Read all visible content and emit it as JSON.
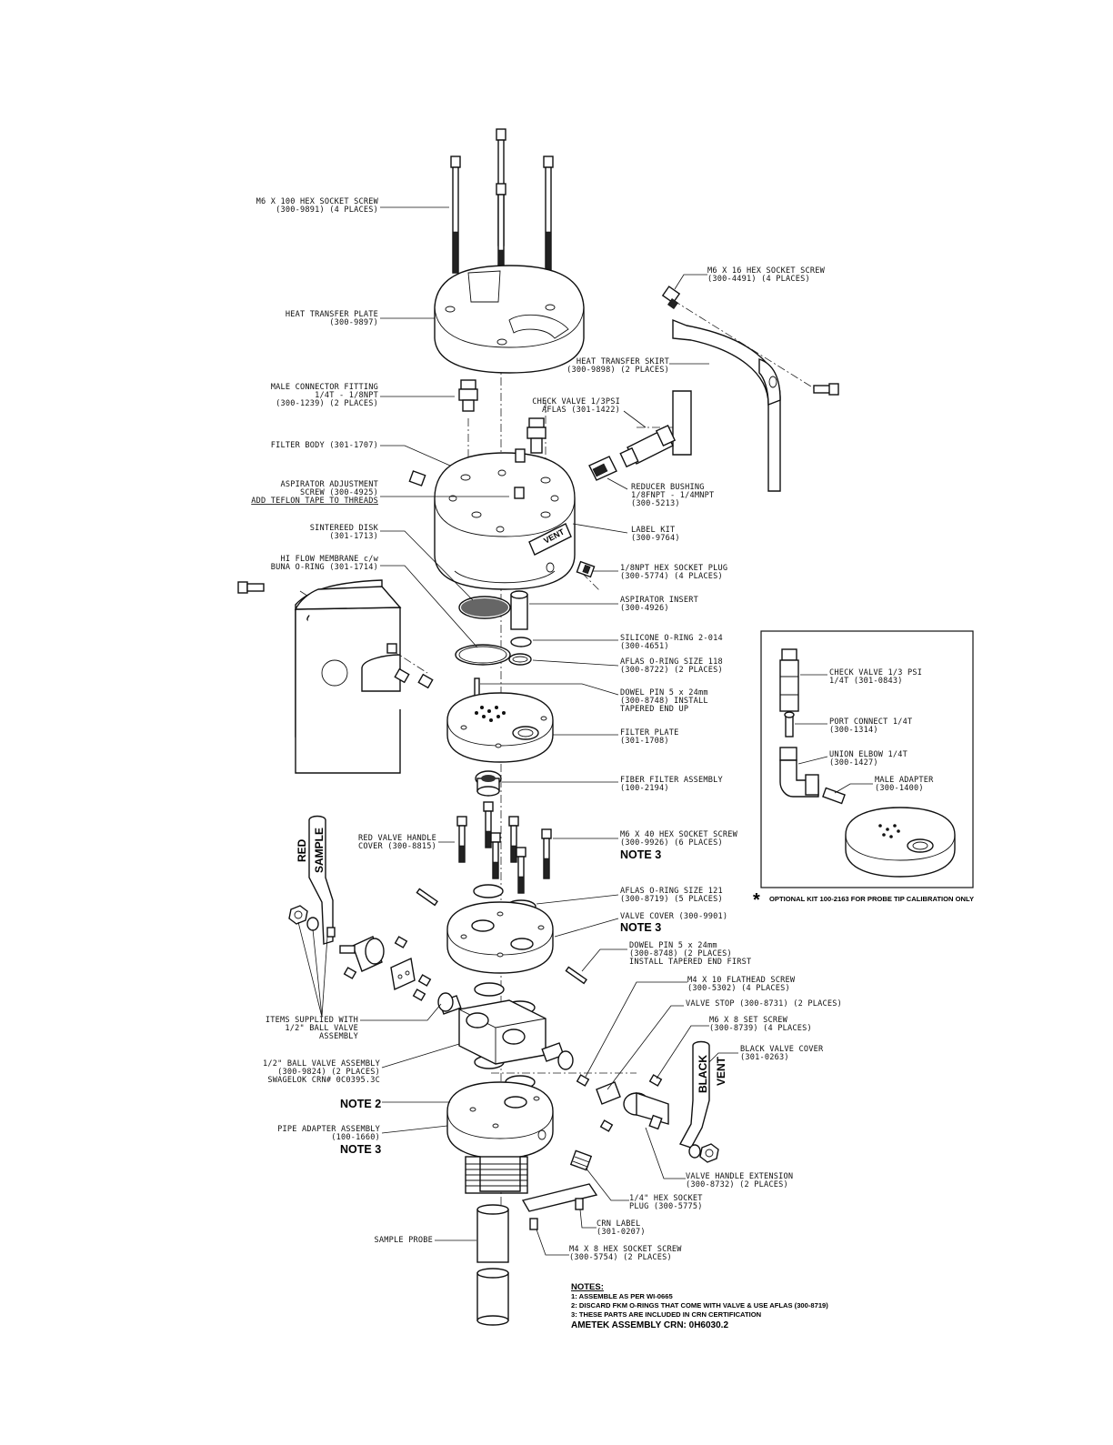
{
  "callouts": [
    {
      "id": "m6x100",
      "lines": [
        "M6 X 100 HEX SOCKET SCREW",
        "(300-9891) (4 PLACES)"
      ]
    },
    {
      "id": "heat_plate",
      "lines": [
        "HEAT TRANSFER PLATE",
        "(300-9897)"
      ]
    },
    {
      "id": "male_conn",
      "lines": [
        "MALE CONNECTOR FITTING",
        "1/4T - 1/8NPT",
        "(300-1239) (2 PLACES)"
      ]
    },
    {
      "id": "filter_body",
      "lines": [
        "FILTER BODY (301-1707)"
      ]
    },
    {
      "id": "aspirator_screw",
      "lines": [
        "ASPIRATOR ADJUSTMENT",
        "SCREW (300-4925)",
        "ADD TEFLON TAPE TO THREADS"
      ]
    },
    {
      "id": "sintered",
      "lines": [
        "SINTEREED DISK",
        "(301-1713)"
      ]
    },
    {
      "id": "membrane",
      "lines": [
        "HI FLOW MEMBRANE c/w",
        "BUNA O-RING (301-1714)"
      ]
    },
    {
      "id": "m6x16",
      "lines": [
        "M6 X 16 HEX SOCKET SCREW",
        "(300-4491) (4 PLACES)"
      ]
    },
    {
      "id": "skirt",
      "lines": [
        "HEAT TRANSFER SKIRT",
        "(300-9898) (2 PLACES)"
      ]
    },
    {
      "id": "check_valve",
      "lines": [
        "CHECK VALVE 1/3PSI",
        "AFLAS (301-1422)"
      ]
    },
    {
      "id": "reducer",
      "lines": [
        "REDUCER BUSHING",
        "1/8FNPT - 1/4MNPT",
        "(300-5213)"
      ]
    },
    {
      "id": "label_kit",
      "lines": [
        "LABEL KIT",
        "(300-9764)"
      ]
    },
    {
      "id": "hex_plug",
      "lines": [
        "1/8NPT HEX SOCKET PLUG",
        "(300-5774) (4 PLACES)"
      ]
    },
    {
      "id": "aspirator_insert",
      "lines": [
        "ASPIRATOR INSERT",
        "(300-4926)"
      ]
    },
    {
      "id": "silicone",
      "lines": [
        "SILICONE O-RING 2-014",
        "(300-4651)"
      ]
    },
    {
      "id": "aflas118",
      "lines": [
        "AFLAS O-RING SIZE 118",
        "(300-8722) (2 PLACES)"
      ]
    },
    {
      "id": "dowel1",
      "lines": [
        "DOWEL PIN 5 x 24mm",
        "(300-8748) INSTALL",
        "TAPERED END UP"
      ]
    },
    {
      "id": "filter_plate",
      "lines": [
        "FILTER PLATE",
        "(301-1708)"
      ]
    },
    {
      "id": "fiber",
      "lines": [
        "FIBER FILTER ASSEMBLY",
        "(100-2194)"
      ]
    },
    {
      "id": "m6x40",
      "lines": [
        "M6 X 40 HEX SOCKET SCREW",
        "(300-9926) (6 PLACES)"
      ]
    },
    {
      "id": "aflas121",
      "lines": [
        "AFLAS O-RING SIZE 121",
        "(300-8719) (5 PLACES)"
      ]
    },
    {
      "id": "valve_cover",
      "lines": [
        "VALVE COVER (300-9901)"
      ]
    },
    {
      "id": "dowel2",
      "lines": [
        "DOWEL PIN 5 x 24mm",
        "(300-8748) (2 PLACES)",
        "INSTALL TAPERED END FIRST"
      ]
    },
    {
      "id": "m4x10",
      "lines": [
        "M4 X 10 FLATHEAD SCREW",
        "(300-5302) (4 PLACES)"
      ]
    },
    {
      "id": "valve_stop",
      "lines": [
        "VALVE STOP (300-8731) (2 PLACES)"
      ]
    },
    {
      "id": "m6x8",
      "lines": [
        "M6 X 8 SET SCREW",
        "(300-8739) (4 PLACES)"
      ]
    },
    {
      "id": "black_cover",
      "lines": [
        "BLACK VALVE COVER",
        "(301-0263)"
      ]
    },
    {
      "id": "red_cover",
      "lines": [
        "RED VALVE HANDLE",
        "COVER (300-8815)"
      ]
    },
    {
      "id": "items_supplied",
      "lines": [
        "ITEMS SUPPLIED WITH",
        "1/2\" BALL VALVE",
        "ASSEMBLY"
      ]
    },
    {
      "id": "ball_valve",
      "lines": [
        "1/2\" BALL VALVE ASSEMBLY",
        "(300-9824) (2 PLACES)",
        "SWAGELOK CRN# 0C0395.3C"
      ]
    },
    {
      "id": "pipe_adapter",
      "lines": [
        "PIPE ADAPTER ASSEMBLY",
        "(100-1660)"
      ]
    },
    {
      "id": "handle_ext",
      "lines": [
        "VALVE HANDLE EXTENSION",
        "(300-8732) (2 PLACES)"
      ]
    },
    {
      "id": "hex14",
      "lines": [
        "1/4\" HEX SOCKET",
        "PLUG (300-5775)"
      ]
    },
    {
      "id": "crn_label",
      "lines": [
        "CRN LABEL",
        "(301-0207)"
      ]
    },
    {
      "id": "m4x8",
      "lines": [
        "M4 X 8 HEX SOCKET SCREW",
        "(300-5754) (2 PLACES)"
      ]
    },
    {
      "id": "sample_probe",
      "lines": [
        "SAMPLE PROBE"
      ]
    },
    {
      "id": "kit_cv",
      "lines": [
        "CHECK VALVE 1/3 PSI",
        "1/4T (301-0843)"
      ]
    },
    {
      "id": "kit_port",
      "lines": [
        "PORT CONNECT 1/4T",
        "(300-1314)"
      ]
    },
    {
      "id": "kit_elbow",
      "lines": [
        "UNION ELBOW 1/4T",
        "(300-1427)"
      ]
    },
    {
      "id": "kit_male",
      "lines": [
        "MALE ADAPTER",
        "(300-1400)"
      ]
    }
  ],
  "note_tags": {
    "n3_m6x40": "NOTE 3",
    "n3_valve_cover": "NOTE 3",
    "n2": "NOTE 2",
    "n3_pipe": "NOTE 3"
  },
  "handles": {
    "red": "RED",
    "sample": "SAMPLE",
    "black": "BLACK",
    "vent": "VENT",
    "label_vent": "VENT"
  },
  "optional_kit": {
    "star": "*",
    "caption": "OPTIONAL KIT 100-2163 FOR PROBE TIP CALIBRATION ONLY"
  },
  "notes": {
    "heading": "NOTES:",
    "items": [
      "1: ASSEMBLE AS PER WI-0665",
      "2: DISCARD FKM O-RINGS THAT COME WITH VALVE &  USE AFLAS (300-8719)",
      "3: THESE PARTS ARE INCLUDED IN CRN CERTIFICATION"
    ],
    "crn": "AMETEK ASSEMBLY CRN: 0H6030.2"
  }
}
